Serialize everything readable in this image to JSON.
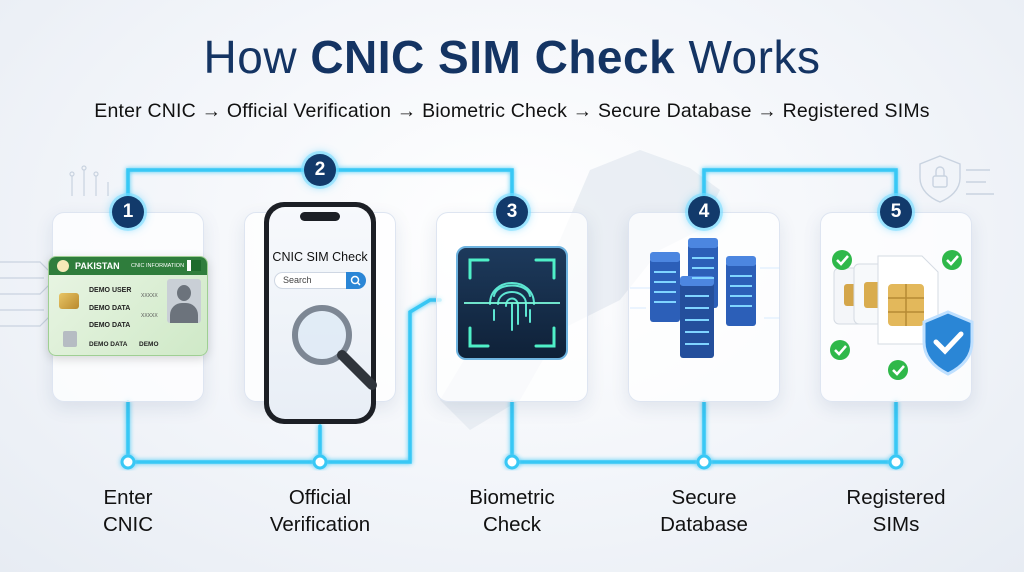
{
  "title": {
    "prefix": "How ",
    "bold": "CNIC SIM Check",
    "suffix": " Works"
  },
  "subtitle": "Enter CNIC → Official Verification → Biometric Check → Secure Database → Registered SIMs",
  "steps": [
    {
      "number": "1",
      "line1": "Enter",
      "line2": "CNIC",
      "icon": "id-card-icon"
    },
    {
      "number": "2",
      "line1": "Official",
      "line2": "Verification",
      "icon": "phone-search-icon"
    },
    {
      "number": "3",
      "line1": "Biometric",
      "line2": "Check",
      "icon": "fingerprint-icon"
    },
    {
      "number": "4",
      "line1": "Secure",
      "line2": "Database",
      "icon": "server-database-icon"
    },
    {
      "number": "5",
      "line1": "Registered",
      "line2": "SIMs",
      "icon": "sim-card-shield-icon"
    }
  ],
  "id_card": {
    "country": "PAKISTAN",
    "header": "CNIC INFORMATION",
    "name": "DEMO USER",
    "field1": "DEMO DATA",
    "field2": "DEMO DATA",
    "field3": "DEMO DATA",
    "field4": "DEMO",
    "masked": "XXXXX"
  },
  "phone": {
    "app_title": "CNIC SIM Check",
    "search_placeholder": "Search"
  },
  "colors": {
    "navy": "#123a6b",
    "glow": "#37c8f5",
    "accent_green": "#2fb84a",
    "accent_blue": "#2a86d6"
  }
}
